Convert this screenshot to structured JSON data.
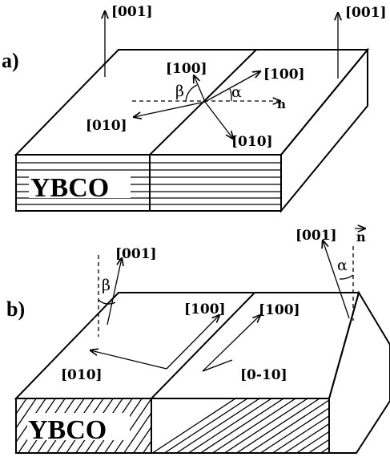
{
  "panel_a": {
    "label": "a)",
    "axis_left": "[001]",
    "axis_right": "[001]",
    "grain_left_100": "[100]",
    "grain_left_010": "[010]",
    "grain_right_100": "[100]",
    "grain_right_010": "[010]",
    "angle_beta": "β",
    "angle_alpha": "α",
    "normal": "n",
    "material": "YBCO"
  },
  "panel_b": {
    "label": "b)",
    "axis_left_001": "[001]",
    "axis_right_001": "[001]",
    "normal": "n",
    "angle_beta": "β",
    "angle_alpha": "α",
    "grain_left_100": "[100]",
    "grain_left_010": "[010]",
    "grain_right_100": "[100]",
    "grain_right_010": "[0-10]",
    "material": "YBCO"
  }
}
